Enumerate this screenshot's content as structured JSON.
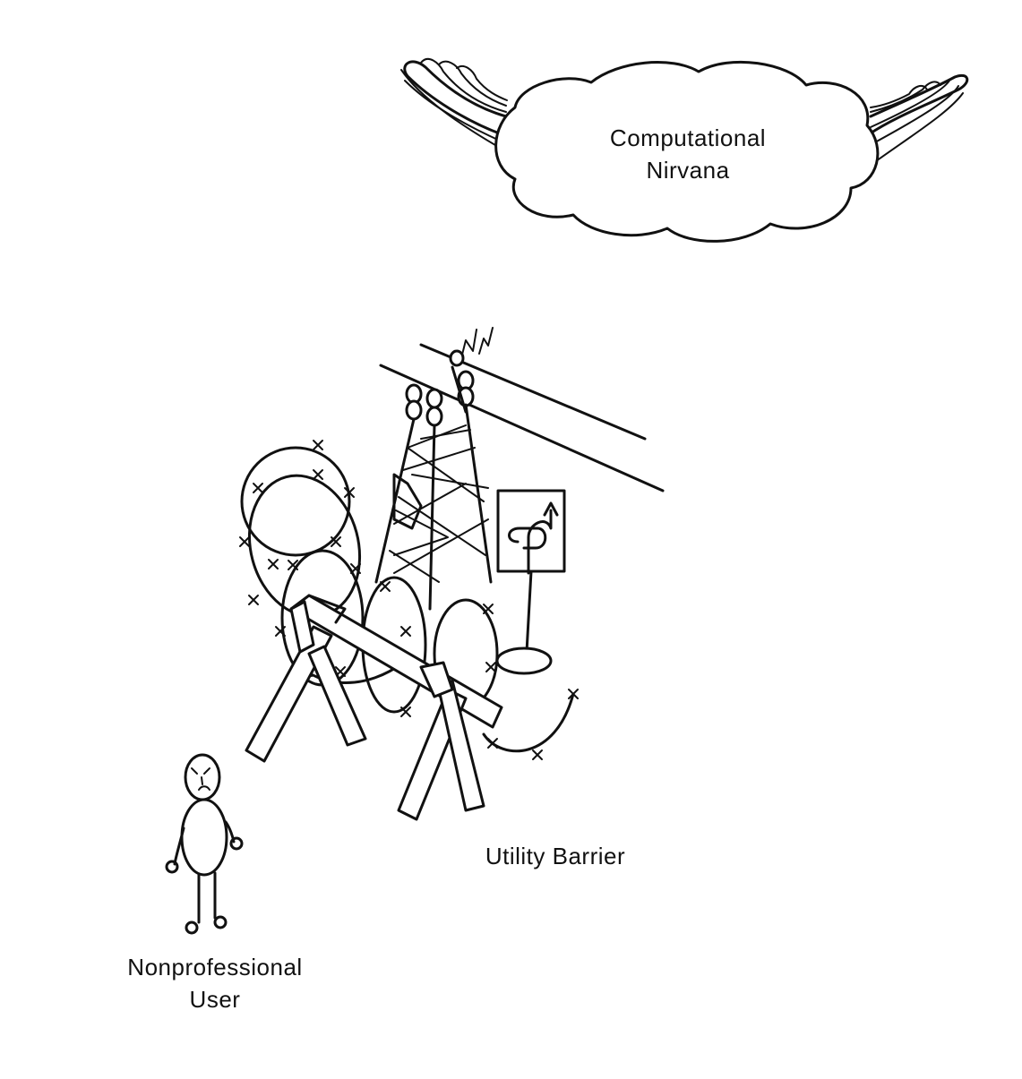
{
  "labels": {
    "cloud_line1": "Computational",
    "cloud_line2": "Nirvana",
    "barrier": "Utility Barrier",
    "user_line1": "Nonprofessional",
    "user_line2": "User"
  },
  "colors": {
    "ink": "#111111",
    "paper": "#ffffff"
  },
  "icons": [
    "winged-cloud",
    "power-tower",
    "barbed-wire",
    "sawhorse-barricade",
    "road-sign",
    "stick-figure"
  ]
}
